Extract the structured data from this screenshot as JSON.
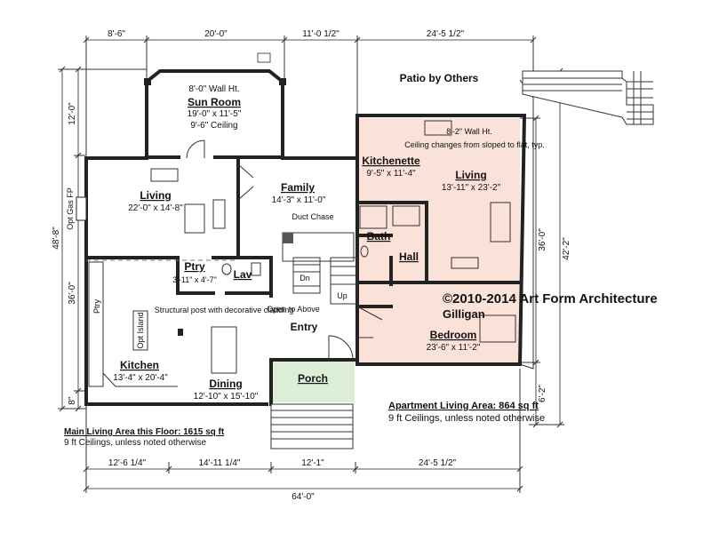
{
  "dimensions": {
    "top": [
      "8'-6\"",
      "20'-0\"",
      "11'-0 1/2\"",
      "24'-5 1/2\""
    ],
    "bottom": [
      "12'-6 1/4\"",
      "14'-11 1/4\"",
      "12'-1\"",
      "24'-5 1/2\""
    ],
    "bottom_total": "64'-0\"",
    "left_outer": "48'-8\"",
    "left_upper": "12'-0\"",
    "left_lower": "36'-0\"",
    "left_small": "8\"",
    "right_outer": "42'-2\"",
    "right_upper": "36'-0\"",
    "right_lower": "6'-2\""
  },
  "patio": {
    "label": "Patio by Others"
  },
  "sun_room": {
    "wall_note": "8'-0\" Wall Ht.",
    "name": "Sun Room",
    "size": "19'-0\" x 11'-5\"",
    "ceiling": "9'-6\" Ceiling"
  },
  "living": {
    "name": "Living",
    "size": "22'-0\" x 14'-8\""
  },
  "fireplace": {
    "label": "Opt Gas FP"
  },
  "family": {
    "name": "Family",
    "size": "14'-3\" x 11'-0\""
  },
  "duct": {
    "label": "Duct Chase"
  },
  "pantry": {
    "name": "Ptry",
    "size": "3'-11\" x 4'-7\""
  },
  "lav": {
    "name": "Lav"
  },
  "down": {
    "label": "Dn"
  },
  "up": {
    "label": "Up"
  },
  "open_to_above": {
    "label": "Open to Above"
  },
  "entry": {
    "name": "Entry"
  },
  "post_note": {
    "text": "Structural post with decorative cladding"
  },
  "kitchen": {
    "name": "Kitchen",
    "size": "13'-4\" x 20'-4\"",
    "pantry_label": "Ptry",
    "island": "Opt Island"
  },
  "dining": {
    "name": "Dining",
    "size": "12'-10\" x 15'-10\""
  },
  "porch": {
    "name": "Porch"
  },
  "kitchenette": {
    "name": "Kitchenette",
    "size": "9'-5\" x 11'-4\""
  },
  "apt_living": {
    "name": "Living",
    "size": "13'-11\" x 23'-2\""
  },
  "apt_wall_note": "8'-2\" Wall Ht.",
  "ceiling_note": "Ceiling changes from sloped to flat, typ.",
  "bath": {
    "name": "Bath"
  },
  "hall": {
    "name": "Hall"
  },
  "bedroom": {
    "name": "Bedroom",
    "size": "23'-6\" x 11'-2\""
  },
  "copyright": {
    "line1": "©2010-2014 Art Form Architecture",
    "line2": "Gilligan"
  },
  "apartment_area": {
    "title": "Apartment Living Area: 864 sq ft",
    "note": "9 ft Ceilings, unless noted otherwise"
  },
  "main_area": {
    "title": "Main Living Area this Floor: 1615 sq ft",
    "note": "9 ft Ceilings, unless noted otherwise"
  },
  "colors": {
    "apartment_fill": "#fbe2d9",
    "porch_fill": "#dcefd6"
  }
}
